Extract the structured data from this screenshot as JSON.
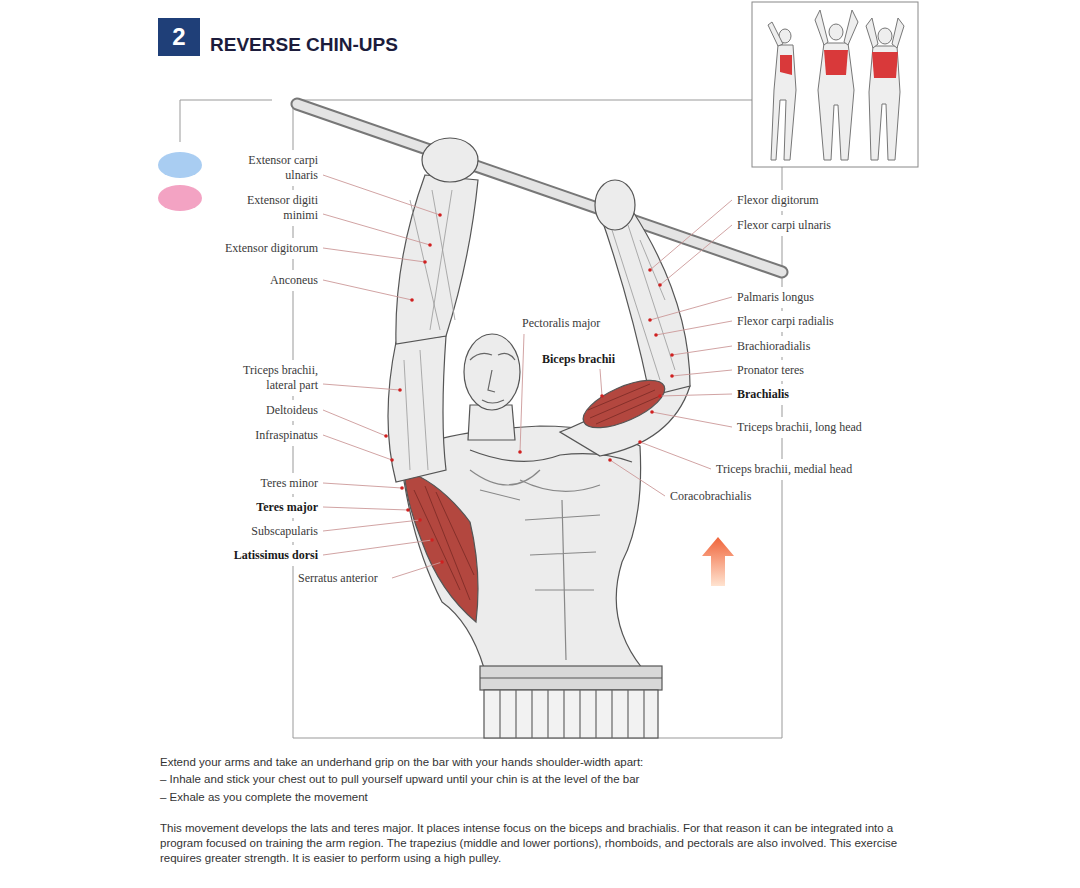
{
  "diagram": {
    "title": "REVERSE CHIN-UPS",
    "nodes": [
      {
        "text": [
          "2"
        ]
      }
    ],
    "labels": [
      "Extensor carpi ulnaris",
      "Extensor digiti minimi",
      "Extensor digitorum",
      "Anconeus",
      "Triceps brachii, lateral part",
      "Deltoideus",
      "Infraspinatus",
      "Teres minor",
      "Teres major",
      "Subscapularis",
      "Latissimus dorsi",
      "Serratus anterior",
      "Pectoralis major",
      "Biceps brachii",
      "Flexor digitorum",
      "Flexor carpi ulnaris",
      "Palmaris longus",
      "Flexor carpi radialis",
      "Brachioradialis",
      "Pronator teres",
      "Brachialis",
      "Triceps brachii, long head",
      "Triceps brachii, medial head",
      "Coracobrachialis",
      "Extend your arms and take an underhand grip on the bar with your hands shoulder-width apart:",
      "– Inhale and stick your chest out to pull yourself upward until your chin is at the level of the bar",
      "– Exhale as you complete the movement",
      "This movement develops the lats and teres major. It places intense focus on the biceps and brachialis. For that reason it can be integrated into a program focused on training the arm region. The trapezius (middle and lower portions), rhomboids, and pectorals are also involved. This exercise requires greater strength. It is easier to perform using a high pulley."
    ]
  }
}
